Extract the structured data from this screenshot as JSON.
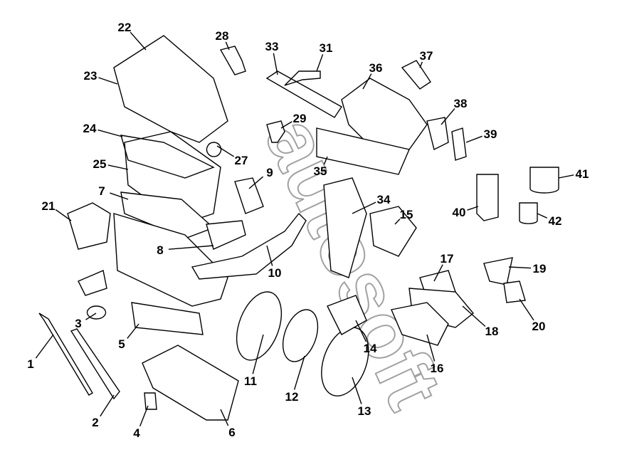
{
  "watermark": "autosoft",
  "callouts": [
    "1",
    "2",
    "3",
    "4",
    "5",
    "6",
    "7",
    "8",
    "9",
    "10",
    "11",
    "12",
    "13",
    "14",
    "15",
    "16",
    "17",
    "18",
    "19",
    "20",
    "21",
    "22",
    "23",
    "24",
    "25",
    "27",
    "28",
    "29",
    "31",
    "33",
    "34",
    "35",
    "36",
    "37",
    "38",
    "39",
    "40",
    "41",
    "42"
  ]
}
